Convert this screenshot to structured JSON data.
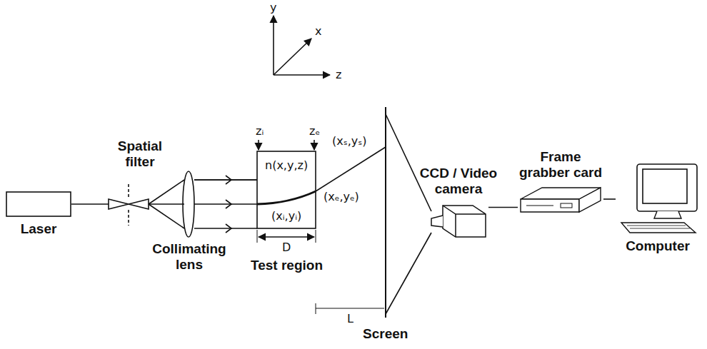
{
  "diagram": {
    "nodes": [
      {
        "text": [
          "Laser"
        ]
      },
      {
        "text": [
          "CCD / Video camera"
        ]
      },
      {
        "text": [
          "Frame grabber card"
        ]
      },
      {
        "text": [
          "Computer"
        ]
      }
    ],
    "edges": [
      {
        "from": 1,
        "to": 2,
        "arrow": "none"
      },
      {
        "from": 2,
        "to": 3,
        "arrow": "none"
      }
    ],
    "labels": [
      "y",
      "x",
      "z",
      "Spatial filter",
      "Collimating lens",
      "zᵢ",
      "zₑ",
      "n(x,y,z)",
      "(xₛ,yₛ)",
      "(xₑ,yₑ)",
      "(xᵢ,yᵢ)",
      "D",
      "Test region",
      "L",
      "Screen"
    ]
  }
}
